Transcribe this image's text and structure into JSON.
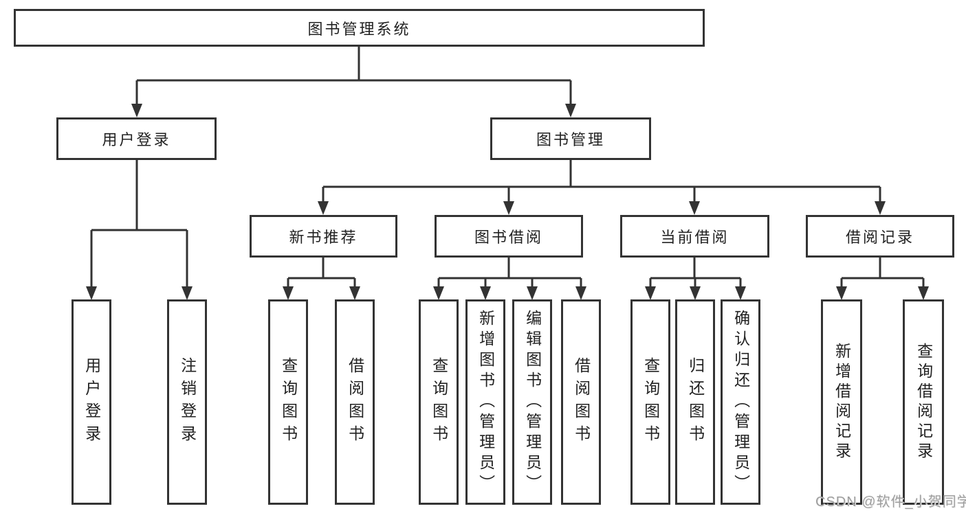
{
  "diagram": {
    "title_node": "图书管理系统",
    "level1": [
      {
        "label": "用户登录"
      },
      {
        "label": "图书管理"
      }
    ],
    "level2": [
      {
        "label": "新书推荐"
      },
      {
        "label": "图书借阅"
      },
      {
        "label": "当前借阅"
      },
      {
        "label": "借阅记录"
      }
    ],
    "leaves": [
      {
        "label": "用户登录"
      },
      {
        "label": "注销登录"
      },
      {
        "label": "查询图书"
      },
      {
        "label": "借阅图书"
      },
      {
        "label": "查询图书"
      },
      {
        "label": "新增图书（管理员）"
      },
      {
        "label": "编辑图书（管理员）"
      },
      {
        "label": "借阅图书"
      },
      {
        "label": "查询图书"
      },
      {
        "label": "归还图书"
      },
      {
        "label": "确认归还（管理员）"
      },
      {
        "label": "新增借阅记录"
      },
      {
        "label": "查询借阅记录"
      }
    ]
  },
  "watermark": "CSDN @软件_小贺同学",
  "colors": {
    "line": "#333333",
    "text": "#222222",
    "watermark": "#9e9e9e",
    "background": "#ffffff"
  }
}
